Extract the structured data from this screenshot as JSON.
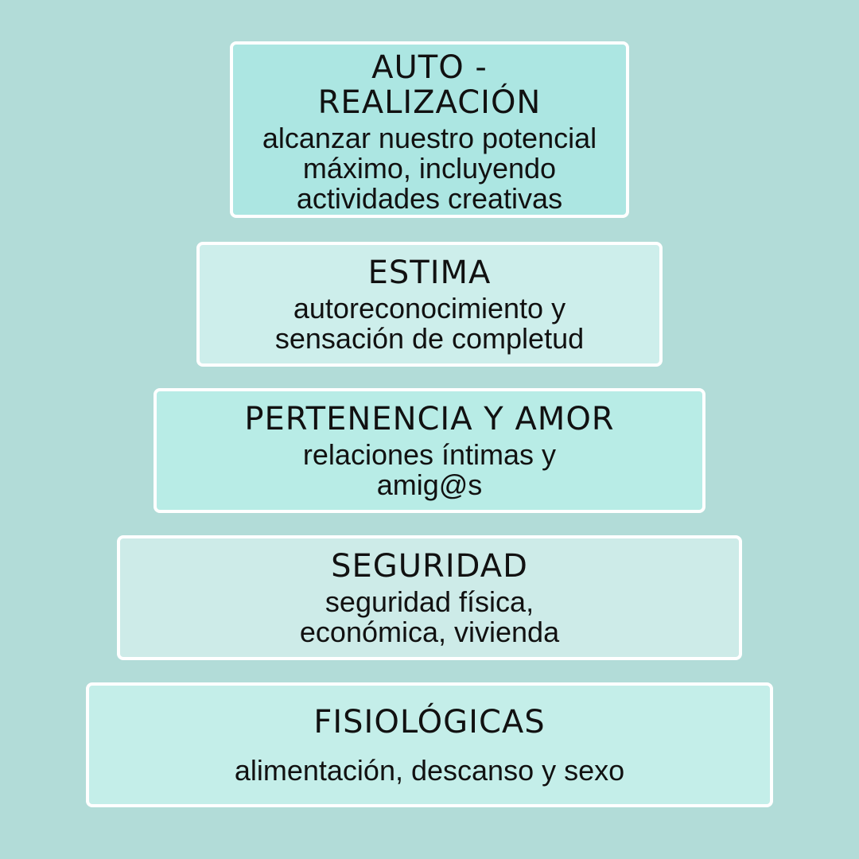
{
  "colors": {
    "background": "#b2dcd8",
    "border": "#ffffff",
    "text": "#111111"
  },
  "levels": [
    {
      "title": "AUTO -\nREALIZACIÓN",
      "description": "alcanzar nuestro potencial\nmáximo, incluyendo\nactividades creativas",
      "color": "#ace6e2"
    },
    {
      "title": "ESTIMA",
      "description": "autoreconocimiento y\nsensación de completud",
      "color": "#cdeeeb"
    },
    {
      "title": "PERTENENCIA Y AMOR",
      "description": "relaciones íntimas y\namig@s",
      "color": "#b8ece6"
    },
    {
      "title": "SEGURIDAD",
      "description": "seguridad física,\neconómica, vivienda",
      "color": "#cdebe8"
    },
    {
      "title": "FISIOLÓGICAS",
      "description": "alimentación, descanso y sexo",
      "color": "#c4eee9"
    }
  ]
}
